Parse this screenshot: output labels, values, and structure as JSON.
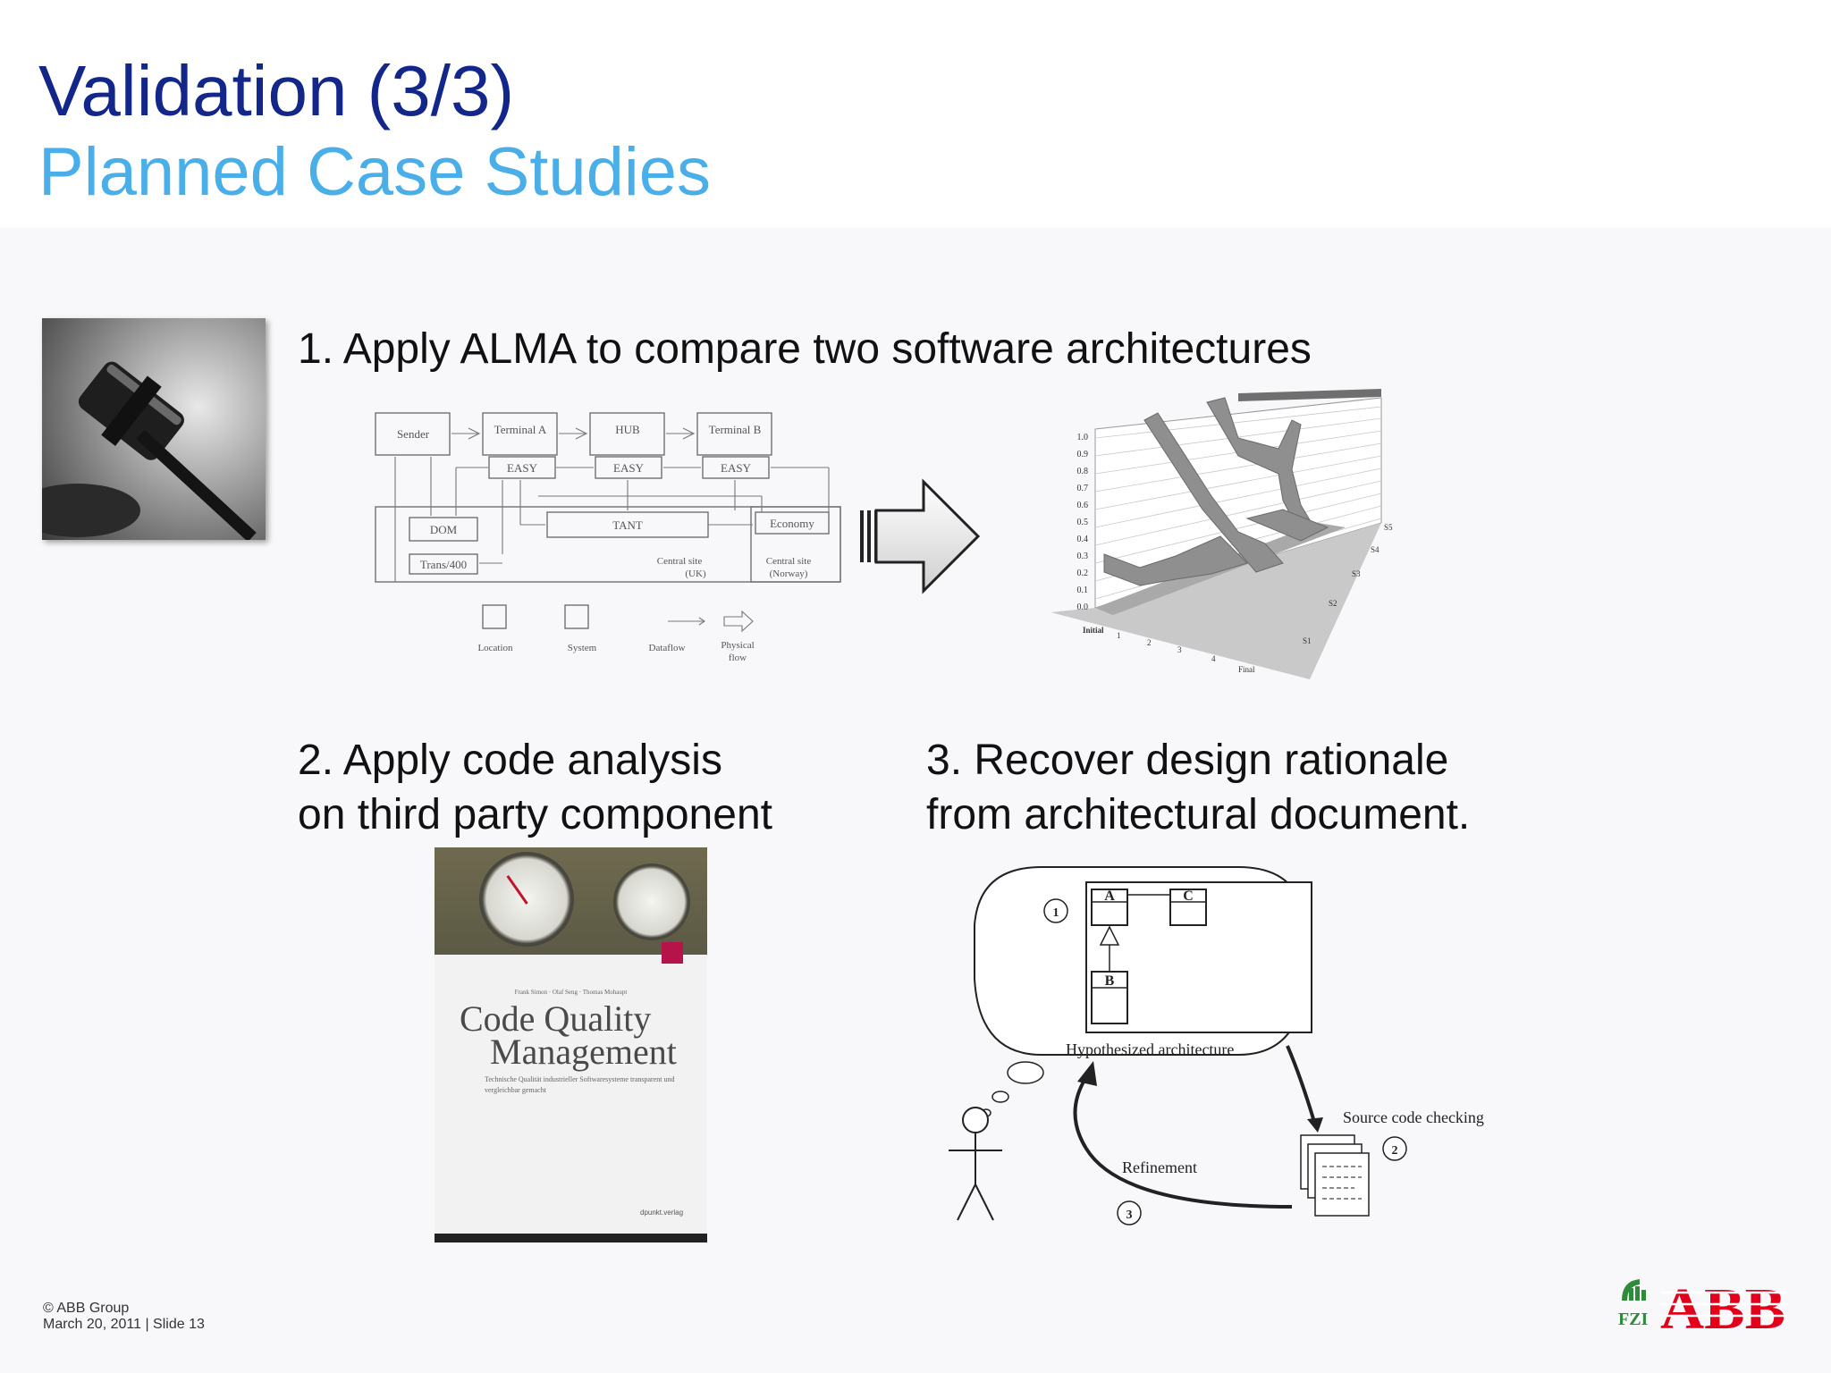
{
  "slide": {
    "title": "Validation (3/3)",
    "subtitle": "Planned Case Studies"
  },
  "items": [
    {
      "label": "1. Apply ALMA to compare two software architectures"
    },
    {
      "lines": [
        "2. Apply code analysis",
        "on third party component"
      ]
    },
    {
      "lines": [
        "3. Recover design rationale",
        "from architectural document."
      ]
    }
  ],
  "alma_diagram": {
    "nodes": [
      "Sender",
      "Terminal A",
      "HUB",
      "Terminal B",
      "EASY",
      "EASY",
      "EASY",
      "DOM",
      "TANT",
      "Economy",
      "Trans/400",
      "Central site",
      "(UK)",
      "Central site",
      "(Norway)"
    ],
    "legend": [
      "Location",
      "System",
      "Dataflow",
      "Physical",
      "flow"
    ]
  },
  "chart_3d": {
    "y_ticks": [
      "1.0",
      "0.9",
      "0.8",
      "0.7",
      "0.6",
      "0.5",
      "0.4",
      "0.3",
      "0.2",
      "0.1",
      "0.0"
    ],
    "x_ticks": [
      "Initial",
      "1",
      "2",
      "3",
      "4",
      "Final"
    ],
    "z_ticks": [
      "S5",
      "S4",
      "S3",
      "S2",
      "S1"
    ]
  },
  "book": {
    "authors": "Frank Simon · Olaf Seng · Thomas Mohaupt",
    "title_line1": "Code Quality",
    "title_line2": "Management",
    "subtitle": "Technische Qualität industrieller Softwaresysteme transparent und vergleichbar gemacht",
    "publisher": "dpunkt.verlag"
  },
  "rationale_diagram": {
    "class_a": "A",
    "class_b": "B",
    "class_c": "C",
    "box_label": "Hypothesized architecture",
    "step1": "1",
    "step2": "2",
    "step3": "3",
    "check_label": "Source code checking",
    "refine_label": "Refinement"
  },
  "footer": {
    "line1": "© ABB Group",
    "line2": "March 20, 2011 | Slide 13"
  },
  "logos": {
    "fzi": "FZI",
    "abb": "ABB"
  },
  "colors": {
    "title": "#13278a",
    "subtitle": "#4aaee8",
    "abb_red": "#e2001a",
    "fzi_green": "#2e8b3a"
  }
}
